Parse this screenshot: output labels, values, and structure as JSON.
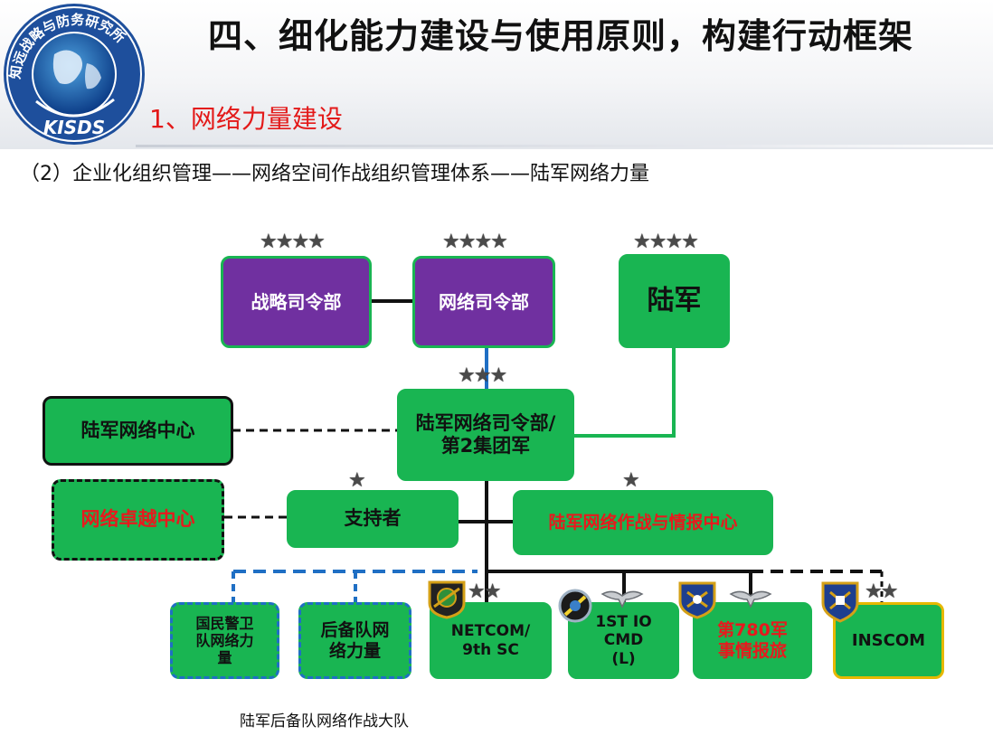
{
  "header": {
    "title": "四、细化能力建设与使用原则，构建行动框架",
    "section": "1、网络力量建设",
    "subtitle": "（2）企业化组织管理——网络空间作战组织管理体系——陆军网络力量",
    "logo_text": "知远战略与防务研究所 KISDS"
  },
  "diagram": {
    "stars": {
      "four": "★★★★",
      "three": "★★★",
      "two": "★★",
      "one": "★"
    },
    "nodes": {
      "strategic_command": "战略司令部",
      "cyber_command": "网络司令部",
      "army": "陆军",
      "army_cyber_command": "陆军网络司令部/第2集团军",
      "army_cyber_center": "陆军网络中心",
      "cyber_excellence_center": "网络卓越中心",
      "supporter": "支持者",
      "army_cyber_ops_intel_center": "陆军网络作战与情报中心",
      "national_guard": "国民警卫队网络力量",
      "reserve": "后备队网络力量",
      "netcom": "NETCOM/ 9th SC",
      "io_cmd": "1ST IO CMD (L)",
      "mi_brigade": "第780军事情报旅",
      "inscom": "INSCOM"
    }
  },
  "footer": {
    "note": "陆军后备队网络作战大队"
  },
  "colors": {
    "green": "#19b552",
    "purple": "#7030a0",
    "red": "#e31919",
    "blue": "#1f6fc4",
    "gold": "#e6b800"
  }
}
